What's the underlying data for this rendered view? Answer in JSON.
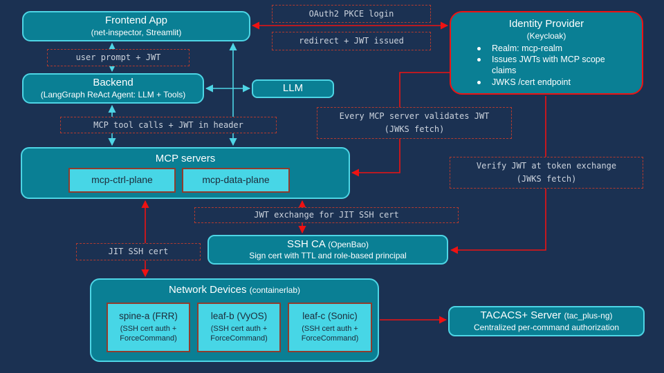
{
  "colors": {
    "background": "#1b3152",
    "node_fill": "#0a7f94",
    "cyan_accent": "#4ed5e5",
    "red_accent": "#ef1212",
    "dashed_label_border": "#b43b2f",
    "inner_box_fill": "#47d6e6",
    "inner_box_border": "#8f3c2d",
    "label_text": "#ccd3dd"
  },
  "nodes": {
    "frontend": {
      "title": "Frontend App",
      "subtitle": "(net-inspector, Streamlit)"
    },
    "backend": {
      "title": "Backend",
      "subtitle": "(LangGraph ReAct Agent: LLM + Tools)"
    },
    "llm": {
      "title": "LLM"
    },
    "identity_provider": {
      "title": "Identity Provider",
      "subtitle": "(Keycloak)",
      "bullets": [
        "Realm: mcp-realm",
        "Issues JWTs with MCP scope claims",
        "JWKS /cert endpoint"
      ]
    },
    "mcp_servers": {
      "title": "MCP servers",
      "ctrl_plane": "mcp-ctrl-plane",
      "data_plane": "mcp-data-plane"
    },
    "ssh_ca": {
      "title": "SSH CA",
      "title_paren": "(OpenBao)",
      "subtitle": "Sign cert with TTL and role-based principal"
    },
    "network_devices": {
      "title": "Network Devices",
      "title_paren": "(containerlab)",
      "devices": [
        {
          "name": "spine-a (FRR)",
          "detail": "(SSH cert auth + ForceCommand)"
        },
        {
          "name": "leaf-b (VyOS)",
          "detail": "(SSH cert auth + ForceCommand)"
        },
        {
          "name": "leaf-c (Sonic)",
          "detail": "(SSH cert auth + ForceCommand)"
        }
      ]
    },
    "tacacs": {
      "title": "TACACS+ Server",
      "title_paren": "(tac_plus-ng)",
      "subtitle": "Centralized per-command authorization"
    }
  },
  "edge_labels": {
    "oauth_login": "OAuth2 PKCE login",
    "redirect_jwt": "redirect + JWT issued",
    "user_prompt": "user prompt + JWT",
    "mcp_tool_calls": "MCP tool calls + JWT in header",
    "validates_jwt": "Every MCP server validates JWT\n(JWKS fetch)",
    "verify_jwt": "Verify JWT at token exchange\n(JWKS fetch)",
    "jwt_exchange": "JWT exchange for JIT SSH cert",
    "jit_ssh_cert": "JIT SSH cert"
  }
}
